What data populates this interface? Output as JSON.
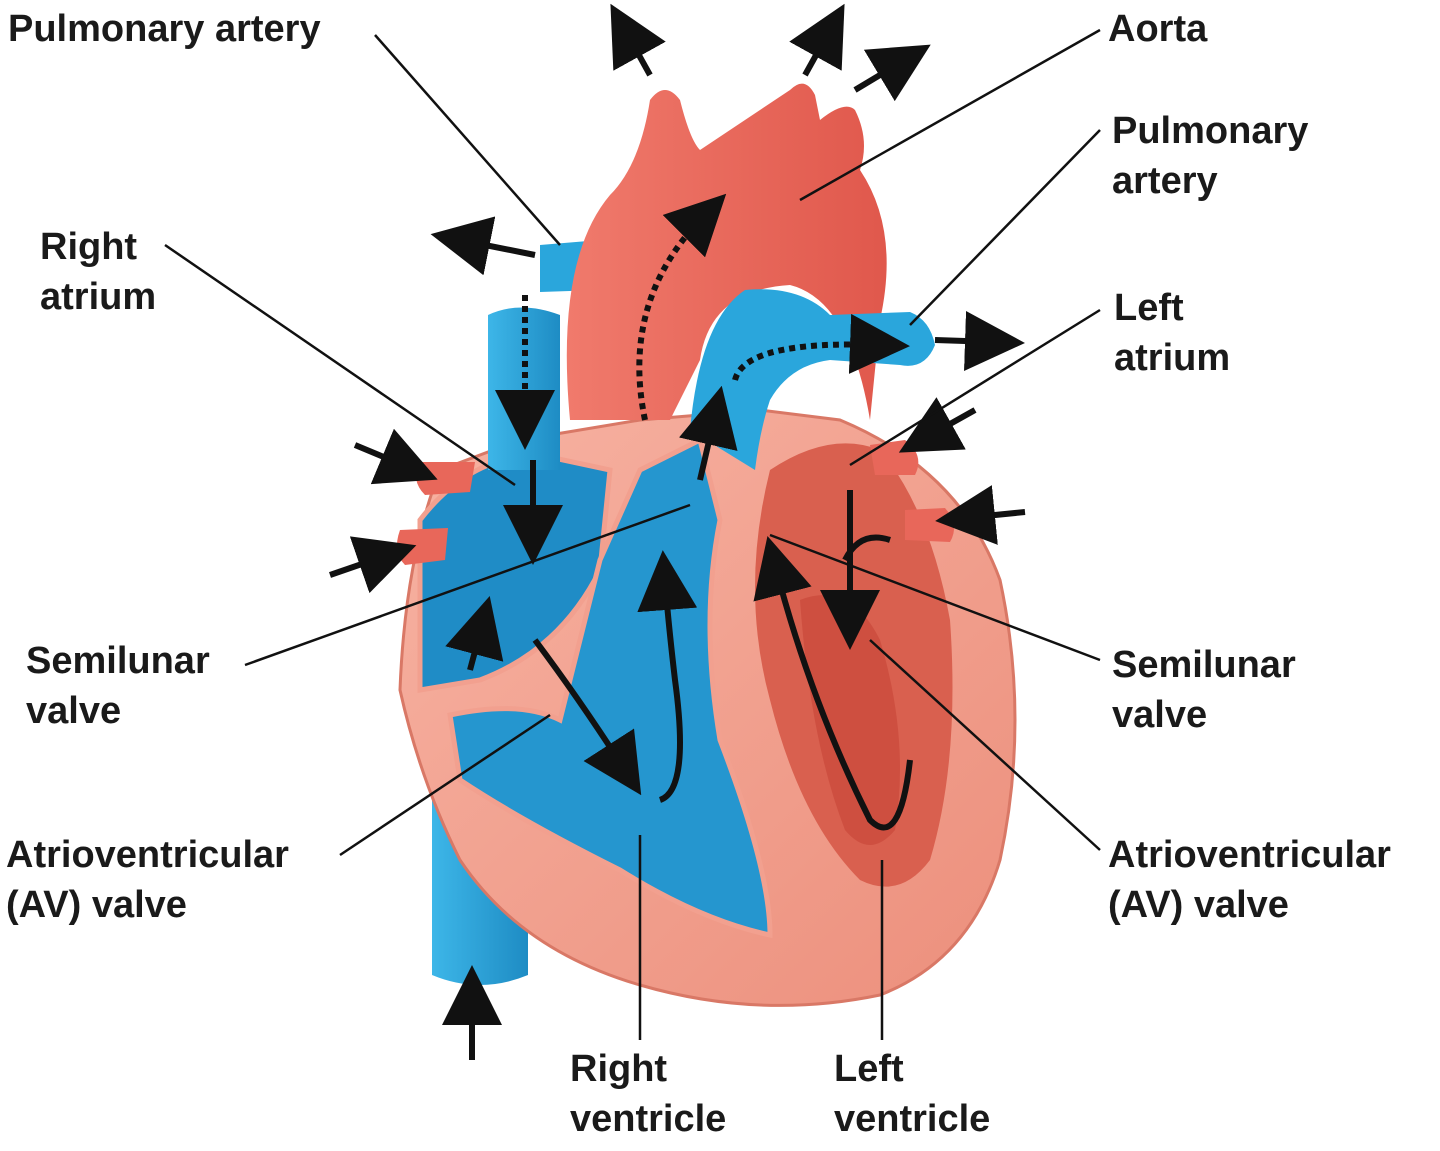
{
  "labels": {
    "pulmonary_artery_left": "Pulmonary artery",
    "aorta": "Aorta",
    "pulmonary_artery_right": [
      "Pulmonary",
      "artery"
    ],
    "right_atrium": [
      "Right",
      "atrium"
    ],
    "left_atrium": [
      "Left",
      "atrium"
    ],
    "semilunar_valve_left": [
      "Semilunar",
      "valve"
    ],
    "semilunar_valve_right": [
      "Semilunar",
      "valve"
    ],
    "av_valve_left": [
      "Atrioventricular",
      "(AV) valve"
    ],
    "av_valve_right": [
      "Atrioventricular",
      "(AV) valve"
    ],
    "right_ventricle": [
      "Right",
      "ventricle"
    ],
    "left_ventricle": [
      "Left",
      "ventricle"
    ]
  },
  "colors": {
    "oxygen_poor_blood": "#2aa6dc",
    "oxygen_poor_dark": "#1a7fb5",
    "oxygen_rich_blood": "#e8675a",
    "heart_muscle": "#f2a08f",
    "heart_muscle_dark": "#d9604f",
    "leader_line": "#111111",
    "flow_arrow": "#111111"
  }
}
